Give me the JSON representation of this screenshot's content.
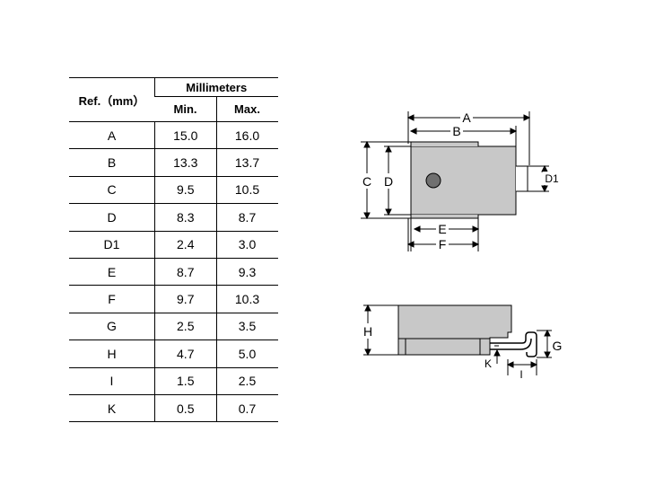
{
  "table": {
    "ref_header": "Ref.（mm）",
    "group_header": "Millimeters",
    "min_header": "Min.",
    "max_header": "Max.",
    "rows": [
      {
        "ref": "A",
        "min": "15.0",
        "max": "16.0"
      },
      {
        "ref": "B",
        "min": "13.3",
        "max": "13.7"
      },
      {
        "ref": "C",
        "min": "9.5",
        "max": "10.5"
      },
      {
        "ref": "D",
        "min": "8.3",
        "max": "8.7"
      },
      {
        "ref": "D1",
        "min": "2.4",
        "max": "3.0"
      },
      {
        "ref": "E",
        "min": "8.7",
        "max": "9.3"
      },
      {
        "ref": "F",
        "min": "9.7",
        "max": "10.3"
      },
      {
        "ref": "G",
        "min": "2.5",
        "max": "3.5"
      },
      {
        "ref": "H",
        "min": "4.7",
        "max": "5.0"
      },
      {
        "ref": "I",
        "min": "1.5",
        "max": "2.5"
      },
      {
        "ref": "K",
        "min": "0.5",
        "max": "0.7"
      }
    ]
  },
  "top_view_labels": {
    "a": "A",
    "b": "B",
    "c": "C",
    "d": "D",
    "d1": "D1",
    "e": "E",
    "f": "F"
  },
  "side_view_labels": {
    "h": "H",
    "g": "G",
    "k": "K",
    "i": "I"
  },
  "colors": {
    "body_fill": "#c8c8c8",
    "hole_fill": "#707070",
    "line": "#000000"
  }
}
